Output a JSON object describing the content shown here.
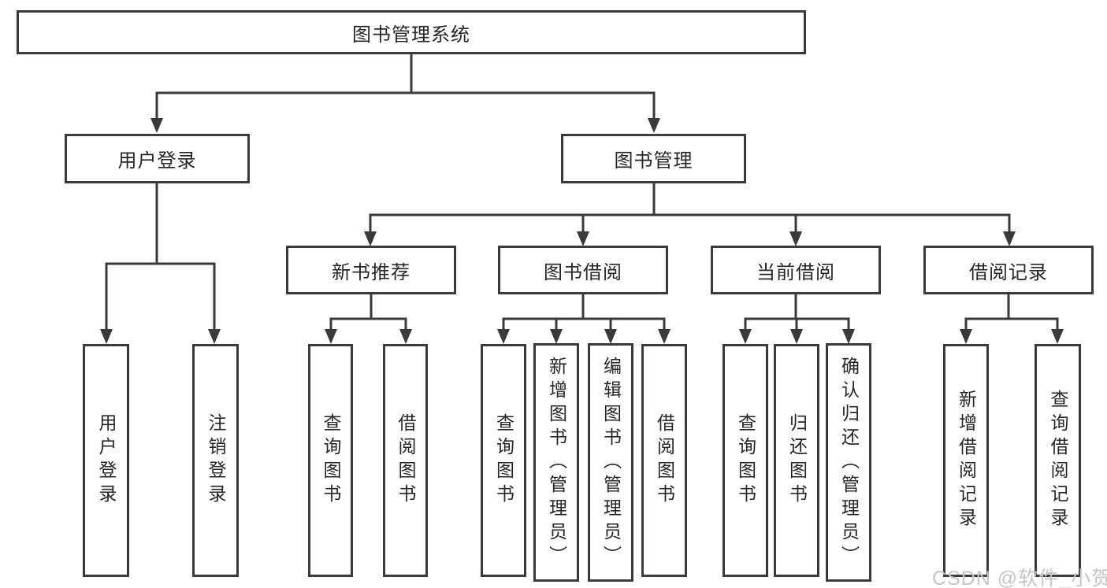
{
  "diagram_title": "图书管理系统",
  "nodes": {
    "root": {
      "label": "图书管理系统"
    },
    "level2": [
      {
        "label": "用户登录"
      },
      {
        "label": "图书管理"
      }
    ],
    "level3": [
      {
        "label": "新书推荐",
        "parent": "图书管理"
      },
      {
        "label": "图书借阅",
        "parent": "图书管理"
      },
      {
        "label": "当前借阅",
        "parent": "图书管理"
      },
      {
        "label": "借阅记录",
        "parent": "图书管理"
      }
    ],
    "leaves": [
      {
        "label": "用户登录",
        "parent": "用户登录"
      },
      {
        "label": "注销登录",
        "parent": "用户登录"
      },
      {
        "label": "查询图书",
        "parent": "新书推荐"
      },
      {
        "label": "借阅图书",
        "parent": "新书推荐"
      },
      {
        "label": "查询图书",
        "parent": "图书借阅"
      },
      {
        "label": "新增图书（管理员）",
        "parent": "图书借阅"
      },
      {
        "label": "编辑图书（管理员）",
        "parent": "图书借阅"
      },
      {
        "label": "借阅图书",
        "parent": "图书借阅"
      },
      {
        "label": "查询图书",
        "parent": "当前借阅"
      },
      {
        "label": "归还图书",
        "parent": "当前借阅"
      },
      {
        "label": "确认归还（管理员）",
        "parent": "当前借阅"
      },
      {
        "label": "新增借阅记录",
        "parent": "借阅记录"
      },
      {
        "label": "查询借阅记录",
        "parent": "借阅记录"
      }
    ]
  },
  "watermark": "CSDN @软件_小贺同学",
  "colors": {
    "line": "#3a3a3a",
    "text": "#262626",
    "background": "#ffffff",
    "watermark": "#c9c5c5"
  }
}
